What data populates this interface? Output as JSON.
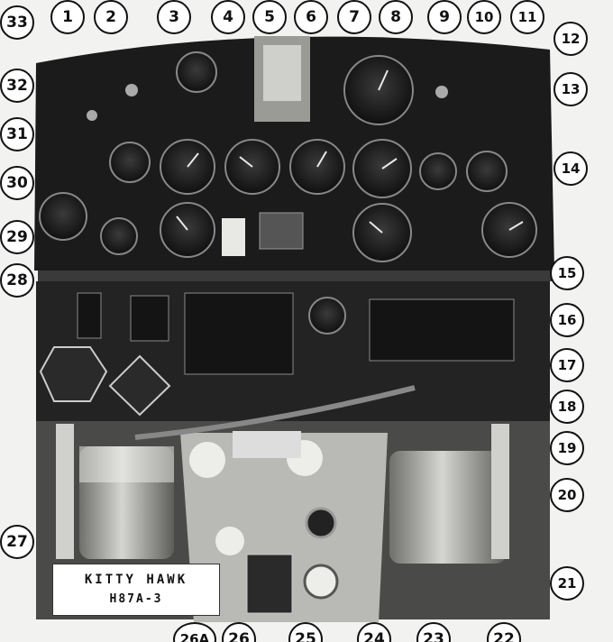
{
  "caption": {
    "line1": "KITTY HAWK",
    "line2": "H87A-3"
  },
  "callouts": [
    "33",
    "1",
    "2",
    "3",
    "4",
    "5",
    "6",
    "7",
    "8",
    "9",
    "10",
    "11",
    "12",
    "13",
    "14",
    "32",
    "31",
    "30",
    "29",
    "28",
    "15",
    "16",
    "17",
    "18",
    "19",
    "20",
    "27",
    "21",
    "26A",
    "26",
    "25",
    "24",
    "23",
    "22"
  ]
}
